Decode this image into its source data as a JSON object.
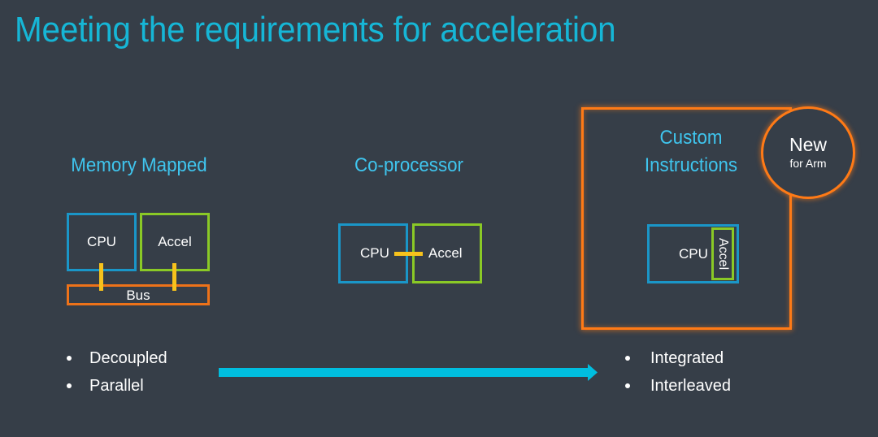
{
  "slide": {
    "title": "Meeting the requirements for acceleration",
    "colors": {
      "background": "#363e48",
      "title": "#16b6d6",
      "heading": "#3fc5ee",
      "cpu": "#1a96c8",
      "accel": "#8ac926",
      "bus": "#ee7219",
      "connector": "#f7c21c",
      "highlight": "#ff7a16",
      "arrow": "#00bedf"
    }
  },
  "memory_mapped": {
    "heading": "Memory Mapped",
    "cpu_label": "CPU",
    "accel_label": "Accel",
    "bus_label": "Bus"
  },
  "coprocessor": {
    "heading": "Co-processor",
    "cpu_label": "CPU",
    "accel_label": "Accel"
  },
  "custom_instructions": {
    "heading_line1": "Custom",
    "heading_line2": "Instructions",
    "cpu_label": "CPU",
    "accel_label": "Accel",
    "badge": {
      "main": "New",
      "sub": "for Arm"
    }
  },
  "left_bullets": [
    "Decoupled",
    "Parallel"
  ],
  "right_bullets": [
    "Integrated",
    "Interleaved"
  ],
  "arrow": {
    "direction": "right",
    "icon": "right-arrow-icon"
  }
}
